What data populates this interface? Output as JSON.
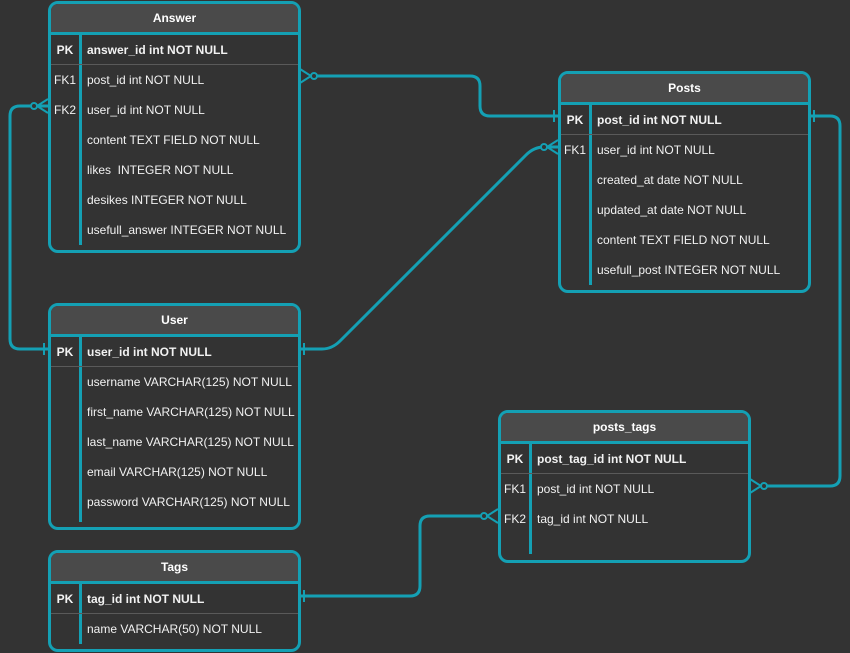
{
  "colors": {
    "background": "#333333",
    "border": "#14a0b4",
    "header": "#4a4a4a",
    "text": "#f2f2f2"
  },
  "tables": {
    "answer": {
      "title": "Answer",
      "rows": [
        {
          "key": "PK",
          "field": "answer_id int NOT NULL"
        },
        {
          "key": "FK1",
          "field": "post_id int NOT NULL"
        },
        {
          "key": "FK2",
          "field": "user_id int NOT NULL"
        },
        {
          "key": "",
          "field": "content TEXT FIELD NOT NULL"
        },
        {
          "key": "",
          "field": "likes  INTEGER NOT NULL"
        },
        {
          "key": "",
          "field": "desikes INTEGER NOT NULL"
        },
        {
          "key": "",
          "field": "usefull_answer INTEGER NOT NULL"
        }
      ]
    },
    "posts": {
      "title": "Posts",
      "rows": [
        {
          "key": "PK",
          "field": "post_id int NOT NULL"
        },
        {
          "key": "FK1",
          "field": "user_id int NOT NULL"
        },
        {
          "key": "",
          "field": "created_at date NOT NULL"
        },
        {
          "key": "",
          "field": "updated_at date NOT NULL"
        },
        {
          "key": "",
          "field": "content TEXT FIELD NOT NULL"
        },
        {
          "key": "",
          "field": "usefull_post INTEGER NOT NULL"
        }
      ]
    },
    "user": {
      "title": "User",
      "rows": [
        {
          "key": "PK",
          "field": "user_id int NOT NULL"
        },
        {
          "key": "",
          "field": "username VARCHAR(125) NOT NULL"
        },
        {
          "key": "",
          "field": "first_name VARCHAR(125) NOT NULL"
        },
        {
          "key": "",
          "field": "last_name VARCHAR(125) NOT NULL"
        },
        {
          "key": "",
          "field": "email VARCHAR(125) NOT NULL"
        },
        {
          "key": "",
          "field": "password VARCHAR(125) NOT NULL"
        }
      ]
    },
    "posts_tags": {
      "title": "posts_tags",
      "rows": [
        {
          "key": "PK",
          "field": "post_tag_id int NOT NULL"
        },
        {
          "key": "FK1",
          "field": "post_id int NOT NULL"
        },
        {
          "key": "FK2",
          "field": "tag_id int NOT NULL"
        }
      ]
    },
    "tags": {
      "title": "Tags",
      "rows": [
        {
          "key": "PK",
          "field": "tag_id int NOT NULL"
        },
        {
          "key": "",
          "field": "name VARCHAR(50) NOT NULL"
        }
      ]
    }
  }
}
